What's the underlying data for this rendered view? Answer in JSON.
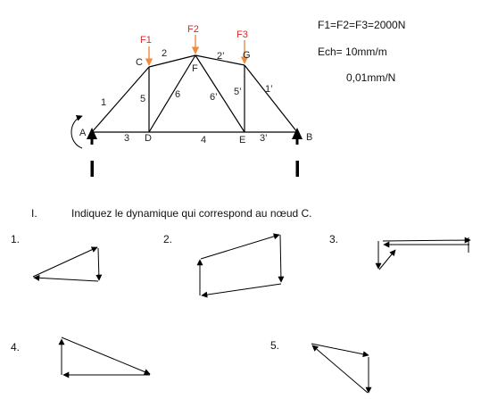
{
  "truss": {
    "nodes": {
      "A": "A",
      "B": "B",
      "C": "C",
      "D": "D",
      "E": "E",
      "F": "F",
      "G": "G"
    },
    "members": {
      "m1": "1",
      "m2": "2",
      "m2p": "2’",
      "m3": "3",
      "m3p": "3’",
      "m4": "4",
      "m5": "5",
      "m5p": "5’",
      "m6": "6",
      "m6p": "6’",
      "m1p": "1’"
    },
    "forces": {
      "f1": "F1",
      "f2": "F2",
      "f3": "F3"
    }
  },
  "info": {
    "force_eq": "F1=F2=F3=2000N",
    "scale": "Ech= 10mm/m",
    "scale2": "0,01mm/N"
  },
  "question": {
    "number": "I.",
    "text": "Indiquez le dynamique qui correspond au nœud C."
  },
  "options": {
    "o1": "1.",
    "o2": "2.",
    "o3": "3.",
    "o4": "4.",
    "o5": "5."
  },
  "colors": {
    "force": "#f08a3c",
    "force_label": "#d12c2c",
    "line": "#000000"
  }
}
